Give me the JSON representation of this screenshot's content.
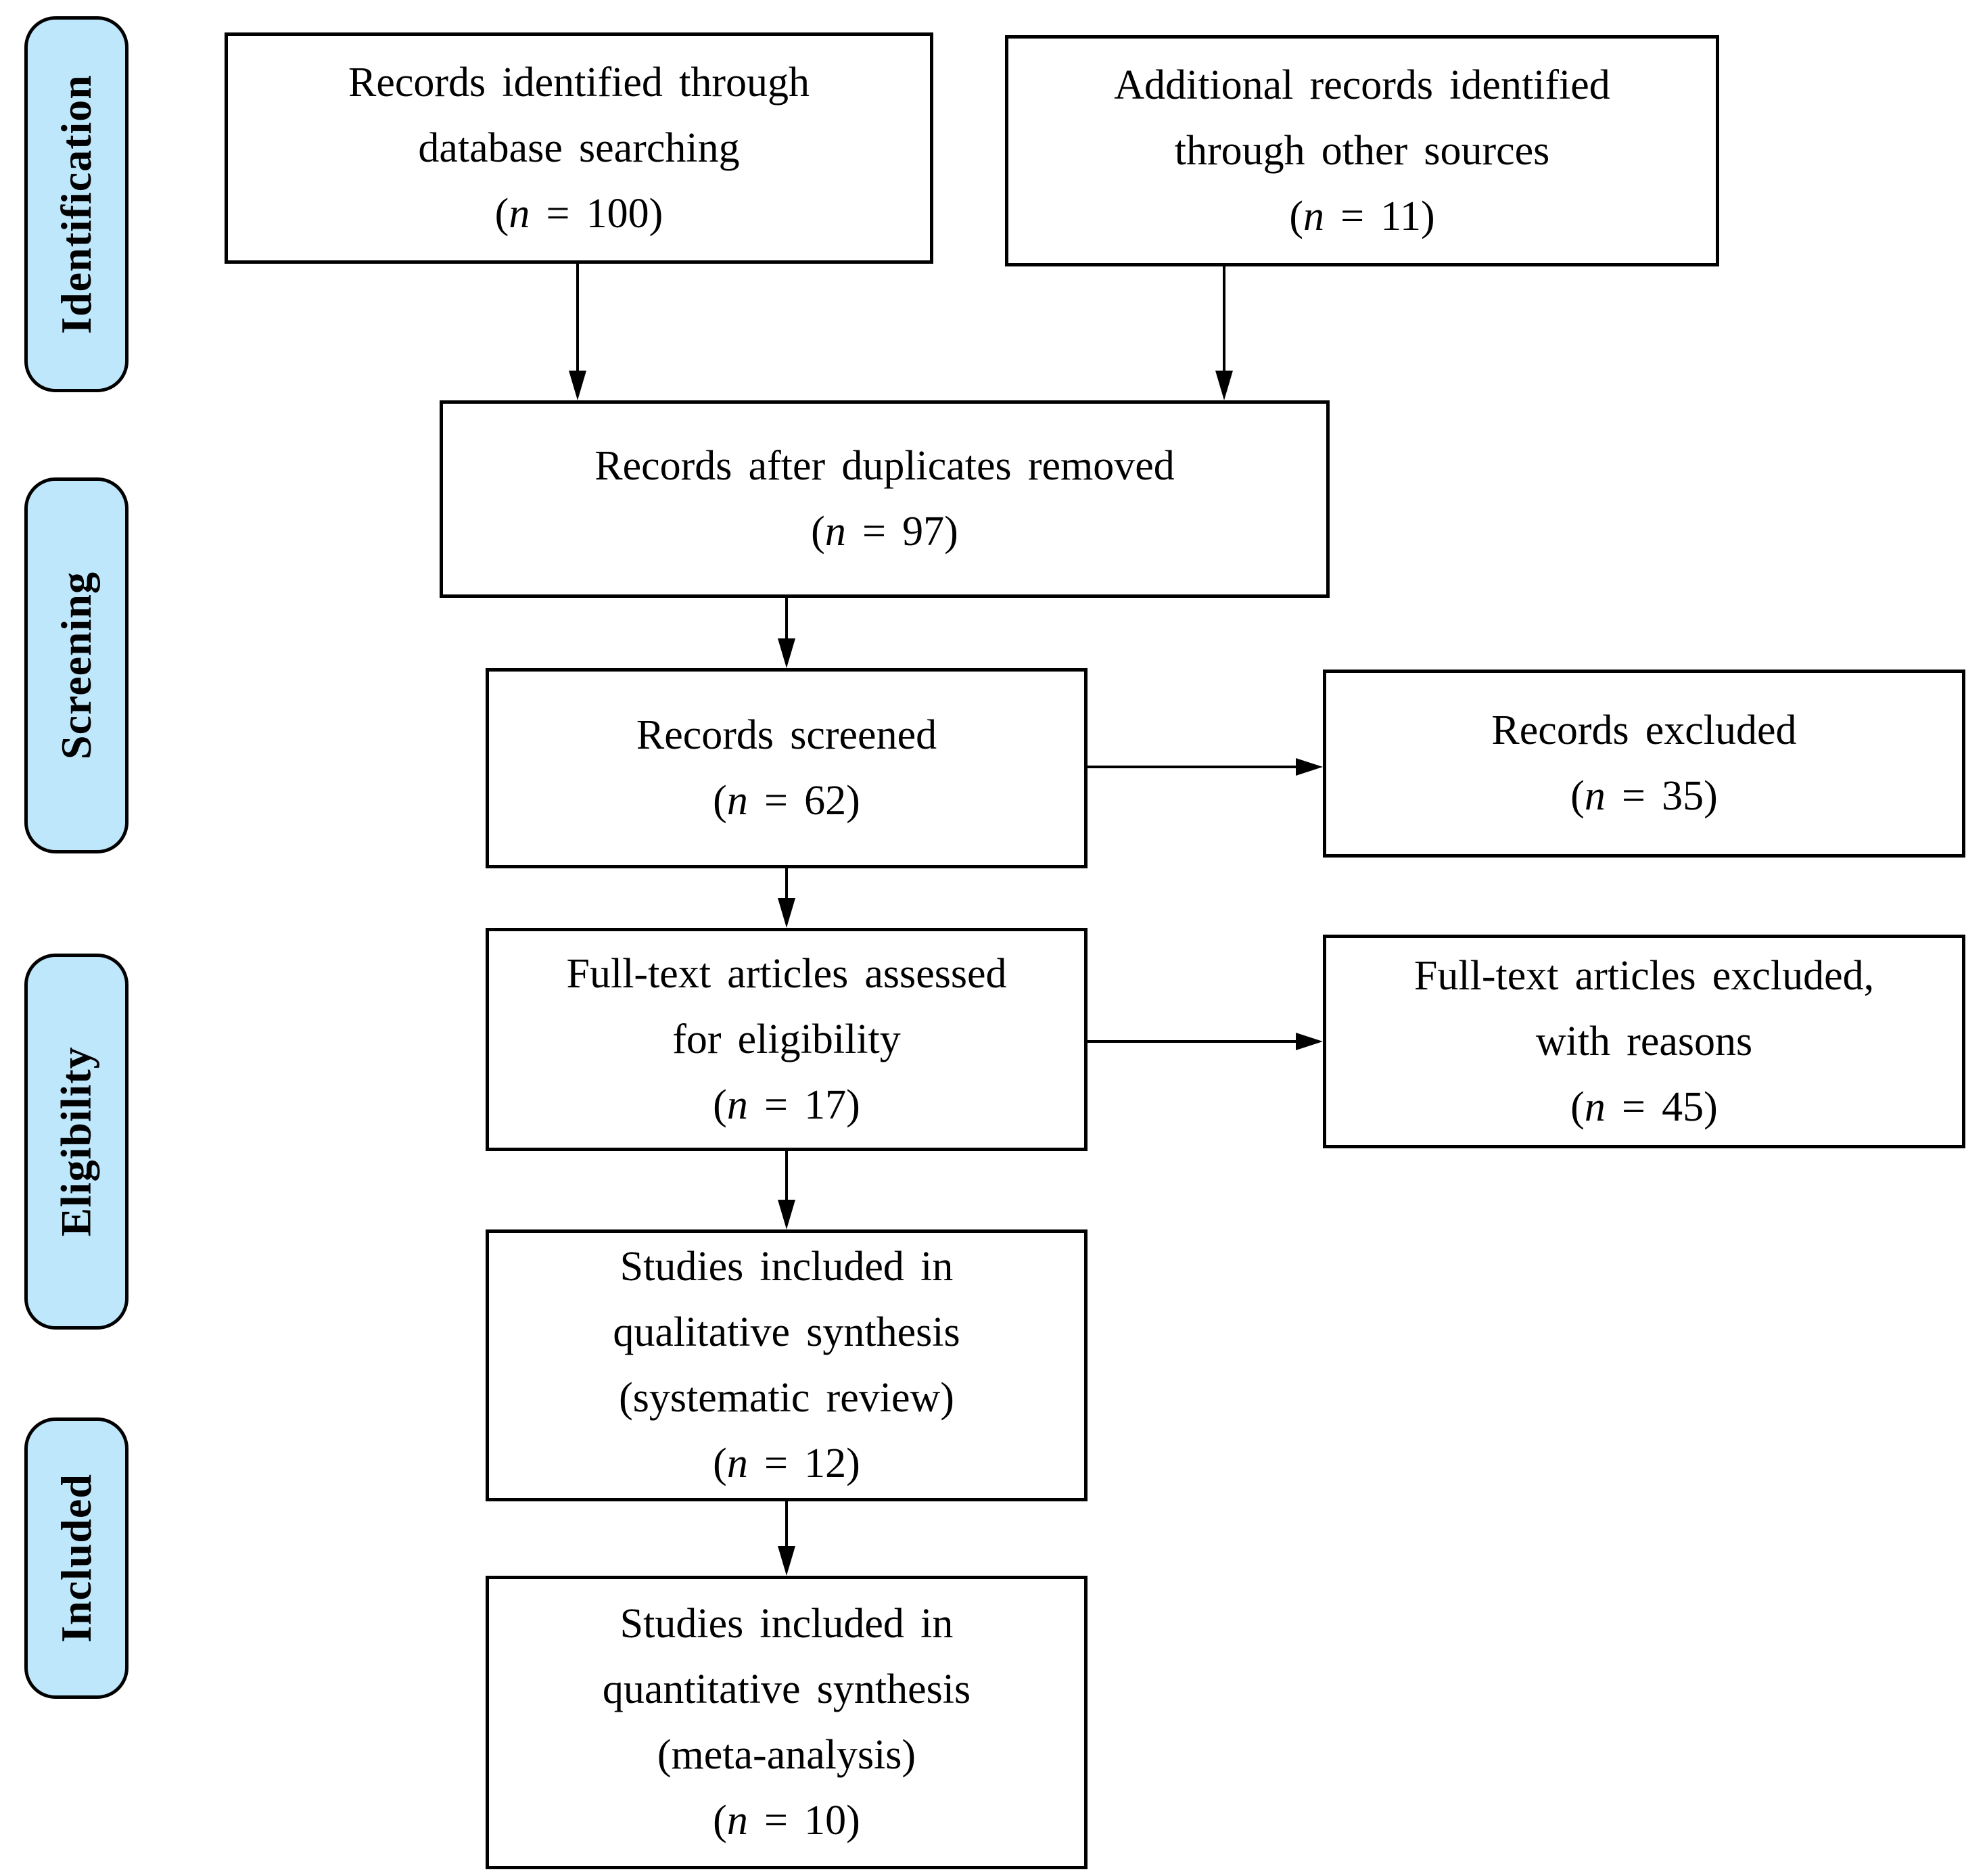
{
  "sidebar": {
    "stages": [
      {
        "label": "Identification"
      },
      {
        "label": "Screening"
      },
      {
        "label": "Eligibility"
      },
      {
        "label": "Included"
      }
    ]
  },
  "boxes": {
    "records_identified": {
      "lines": [
        "Records identified through",
        "database searching"
      ],
      "n": {
        "open": "(",
        "symbol": "n",
        "rest": " = 100)"
      }
    },
    "additional_records": {
      "lines": [
        "Additional records identified",
        "through other sources"
      ],
      "n": {
        "open": "(",
        "symbol": "n",
        "rest": " = 11)"
      }
    },
    "duplicates_removed": {
      "lines": [
        "Records after duplicates removed"
      ],
      "n": {
        "open": "(",
        "symbol": "n",
        "rest": " = 97)"
      }
    },
    "records_screened": {
      "lines": [
        "Records screened"
      ],
      "n": {
        "open": "(",
        "symbol": "n",
        "rest": " = 62)"
      }
    },
    "records_excluded": {
      "lines": [
        "Records excluded"
      ],
      "n": {
        "open": "(",
        "symbol": "n",
        "rest": " = 35)"
      }
    },
    "fulltext_assessed": {
      "lines": [
        "Full-text articles assessed",
        "for eligibility"
      ],
      "n": {
        "open": "(",
        "symbol": "n",
        "rest": " = 17)"
      }
    },
    "fulltext_excluded": {
      "lines": [
        "Full-text articles excluded,",
        "with reasons"
      ],
      "n": {
        "open": "(",
        "symbol": "n",
        "rest": " = 45)"
      }
    },
    "qualitative_synthesis": {
      "lines": [
        "Studies included in",
        "qualitative synthesis",
        "(systematic review)"
      ],
      "n": {
        "open": "(",
        "symbol": "n",
        "rest": " = 12)"
      }
    },
    "quantitative_synthesis": {
      "lines": [
        "Studies included in",
        "quantitative synthesis",
        "(meta-analysis)"
      ],
      "n": {
        "open": "(",
        "symbol": "n",
        "rest": " = 10)"
      }
    }
  },
  "colors": {
    "stage_fill": "#bee7fb",
    "stage_border": "#000000",
    "box_border": "#000000",
    "text": "#000000",
    "background": "#ffffff",
    "arrow": "#000000"
  }
}
